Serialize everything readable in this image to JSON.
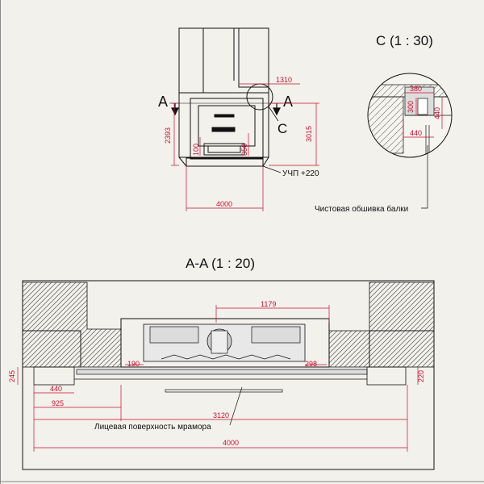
{
  "views": {
    "view_c_title": "C (1 : 30)",
    "section_aa_title": "A-A (1 : 20)"
  },
  "markers": {
    "section_a_left": "A",
    "section_a_right": "A",
    "detail_c": "C"
  },
  "front_view": {
    "dim_1310": "1310",
    "dim_2393": "2393",
    "dim_3015": "3015",
    "dim_100": "100",
    "dim_350": "350",
    "dim_4000": "4000",
    "note_uchp": "УЧП +220"
  },
  "detail_c": {
    "dim_380": "380",
    "dim_300": "300",
    "dim_440_vertical": "440",
    "dim_440_horizontal": "440",
    "note_finish": "Чистовая обшивка балки"
  },
  "section_aa": {
    "dim_1179": "1179",
    "dim_190": "190",
    "dim_298": "298",
    "dim_245": "245",
    "dim_220": "220",
    "dim_440": "440",
    "dim_925": "925",
    "dim_3120": "3120",
    "dim_4000": "4000",
    "note_marble": "Лицевая поверхность мрамора"
  },
  "colors": {
    "background": "#f2f1ec",
    "line": "#111111",
    "dimension": "#c8102e"
  }
}
